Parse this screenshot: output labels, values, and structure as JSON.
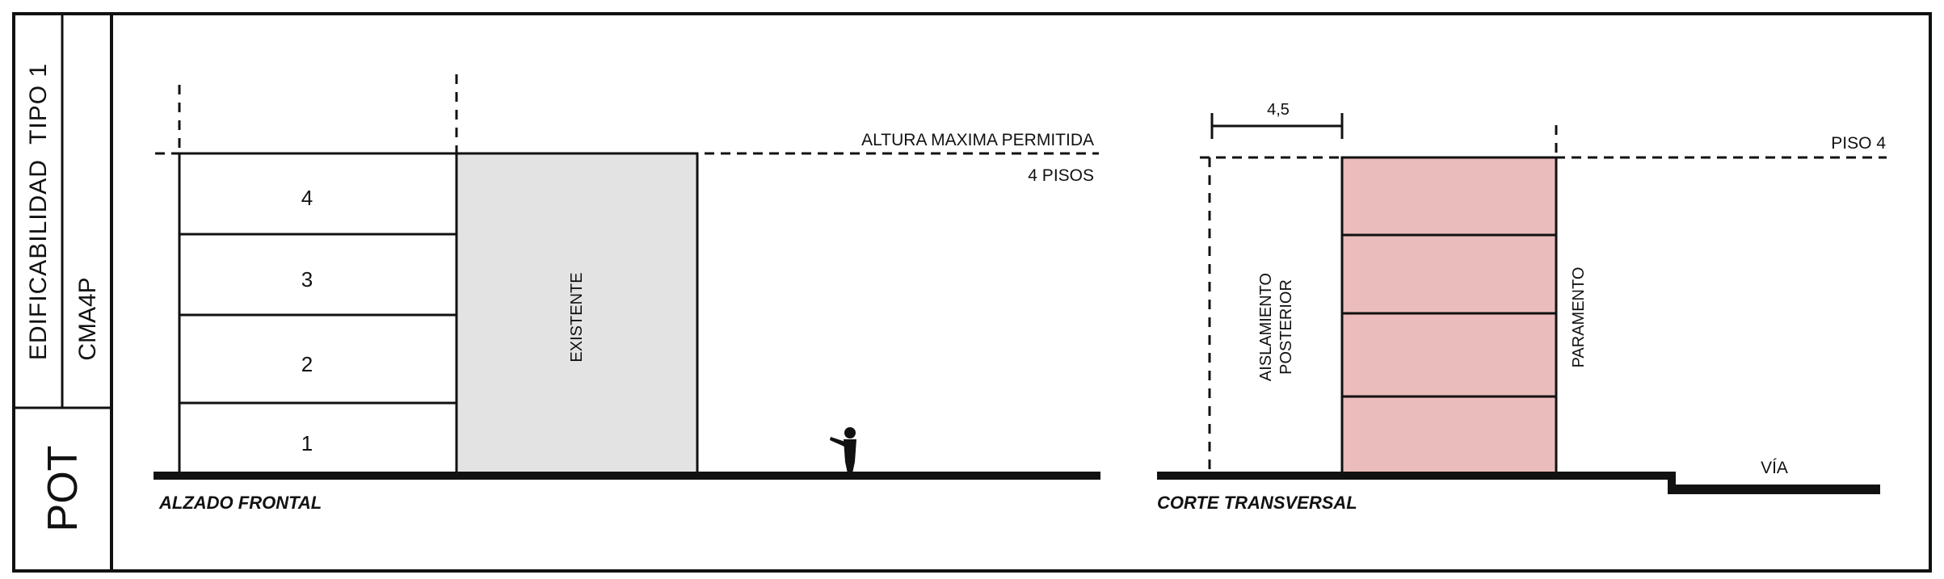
{
  "sidebar": {
    "title": "EDIFICABILIDAD  TIPO 1",
    "code": "CMA4P",
    "pot": "POT"
  },
  "elevation": {
    "caption": "ALZADO FRONTAL",
    "max_height_label": "ALTURA MAXIMA PERMITIDA",
    "floors_label": "4 PISOS",
    "floors": [
      "4",
      "3",
      "2",
      "1"
    ],
    "existing_label": "EXISTENTE"
  },
  "section": {
    "caption": "CORTE TRANSVERSAL",
    "floor_label": "PISO 4",
    "setback_dimension": "4,5",
    "setback_label_line1": "AISLAMIENTO",
    "setback_label_line2": "POSTERIOR",
    "facade_label": "PARAMENTO",
    "road_label": "VÍA"
  },
  "colors": {
    "line": "#111111",
    "existing_fill": "#e3e3e3",
    "section_fill": "#ebbcbc"
  }
}
